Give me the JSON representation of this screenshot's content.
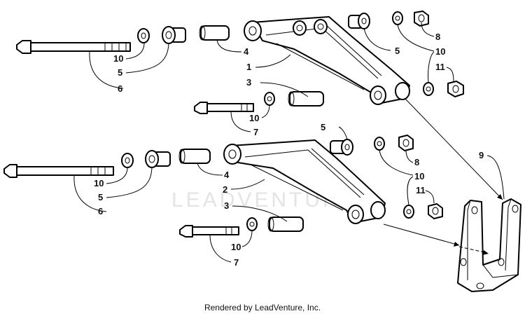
{
  "diagram": {
    "callouts_upper": [
      "8",
      "5",
      "10",
      "11",
      "4",
      "1",
      "3",
      "10",
      "5",
      "6",
      "10",
      "7"
    ],
    "callouts_lower": [
      "5",
      "8",
      "9",
      "10",
      "11",
      "4",
      "2",
      "3",
      "10",
      "5",
      "6",
      "10",
      "7"
    ],
    "watermark": "LEADVENTURE",
    "footer": "Rendered by LeadVenture, Inc."
  }
}
